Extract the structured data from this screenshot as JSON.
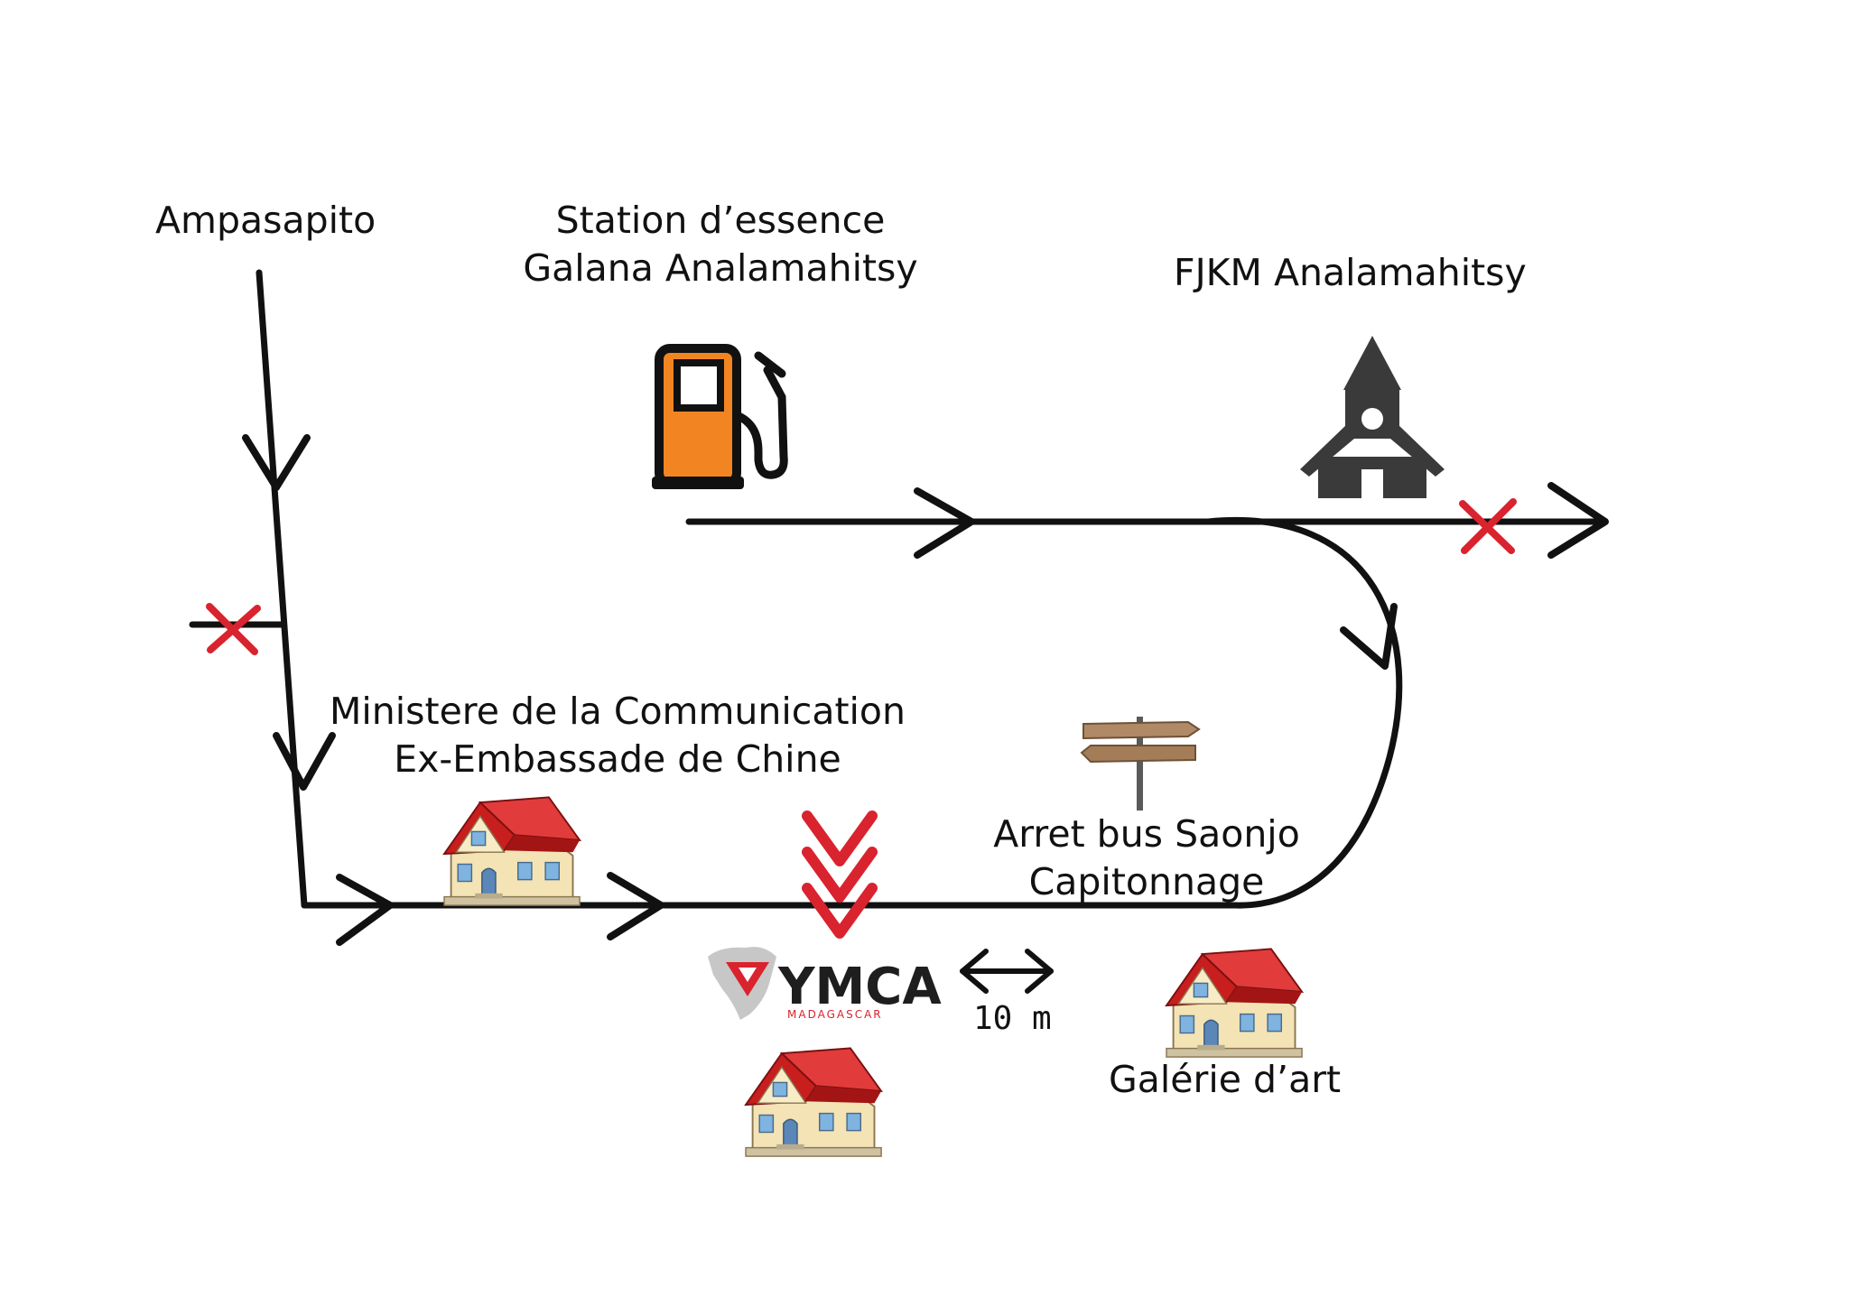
{
  "places": {
    "ampasapito": "Ampasapito",
    "station_line1": "Station d’essence",
    "station_line2": "Galana Analamahitsy",
    "fjkm": "FJKM Analamahitsy",
    "ministere_line1": "Ministere de la Communication",
    "ministere_line2": "Ex-Embassade de Chine",
    "arret_line1": "Arret bus Saonjo",
    "arret_line2": "Capitonnage",
    "galerie": "Galérie d’art"
  },
  "logo": {
    "name": "YMCA",
    "sub": "MADAGASCAR"
  },
  "scale": {
    "label": "10 m"
  },
  "colors": {
    "route": "#111111",
    "blocked": "#d9232e",
    "destination": "#d9232e",
    "fuel_pump": "#f28522",
    "church": "#3a3a3a",
    "roof": "#d92a2a",
    "wall": "#f3e3b5",
    "sign": "#b08966"
  },
  "icons": [
    "fuel-pump-icon",
    "church-icon",
    "house-icon",
    "signpost-icon",
    "blocked-x-icon",
    "destination-chevrons-icon",
    "ymca-logo"
  ]
}
